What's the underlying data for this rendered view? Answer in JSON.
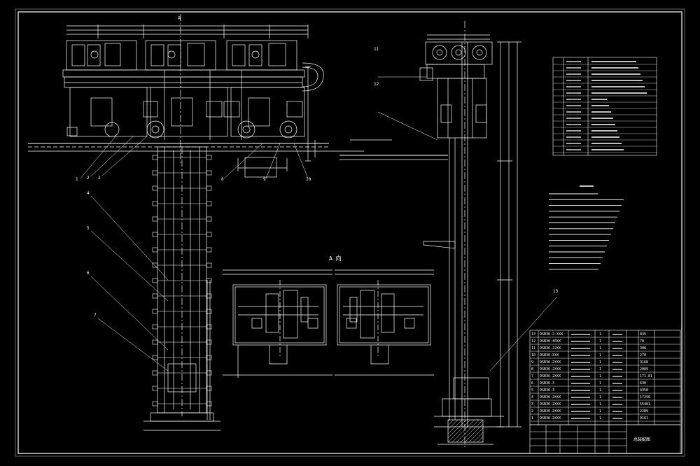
{
  "drawing": {
    "section_mark": "A",
    "view_label": "A 向",
    "colors": {
      "background": "#000000",
      "line": "#ffffff",
      "centerline": "#ffffff"
    },
    "callouts": [
      "1",
      "2",
      "3",
      "4",
      "5",
      "6",
      "7",
      "8",
      "9",
      "10",
      "11",
      "12",
      "13"
    ],
    "title_block_label": "总装配图",
    "bom_rows": [
      {
        "no": "13",
        "code": "DSB36-2-XXX",
        "qty": "1",
        "mass": "835"
      },
      {
        "no": "12",
        "code": "DSB36-40XX",
        "qty": "1",
        "mass": "78"
      },
      {
        "no": "11",
        "code": "DSB36-22XX",
        "qty": "1",
        "mass": "306"
      },
      {
        "no": "10",
        "code": "DSB36-XXX",
        "qty": "1",
        "mass": "270"
      },
      {
        "no": "9",
        "code": "DSB36-2XXX",
        "qty": "1",
        "mass": "3168"
      },
      {
        "no": "8",
        "code": "DSB36-2XXX",
        "qty": "1",
        "mass": "2089"
      },
      {
        "no": "7",
        "code": "DSB36-2XXX",
        "qty": "1",
        "mass": "171.81"
      },
      {
        "no": "6",
        "code": "DSB36-3",
        "qty": "1",
        "mass": "630"
      },
      {
        "no": "5",
        "code": "DSB36-3",
        "qty": "1",
        "mass": "4350"
      },
      {
        "no": "4",
        "code": "DSB36-2XXX",
        "qty": "1",
        "mass": "17256"
      },
      {
        "no": "3",
        "code": "DSB36-2XXX",
        "qty": "1",
        "mass": "55481"
      },
      {
        "no": "2",
        "code": "DSB36-2XXX",
        "qty": "1",
        "mass": "2289"
      },
      {
        "no": "1",
        "code": "DSB36-2XXX",
        "qty": "1",
        "mass": "9161"
      }
    ]
  }
}
